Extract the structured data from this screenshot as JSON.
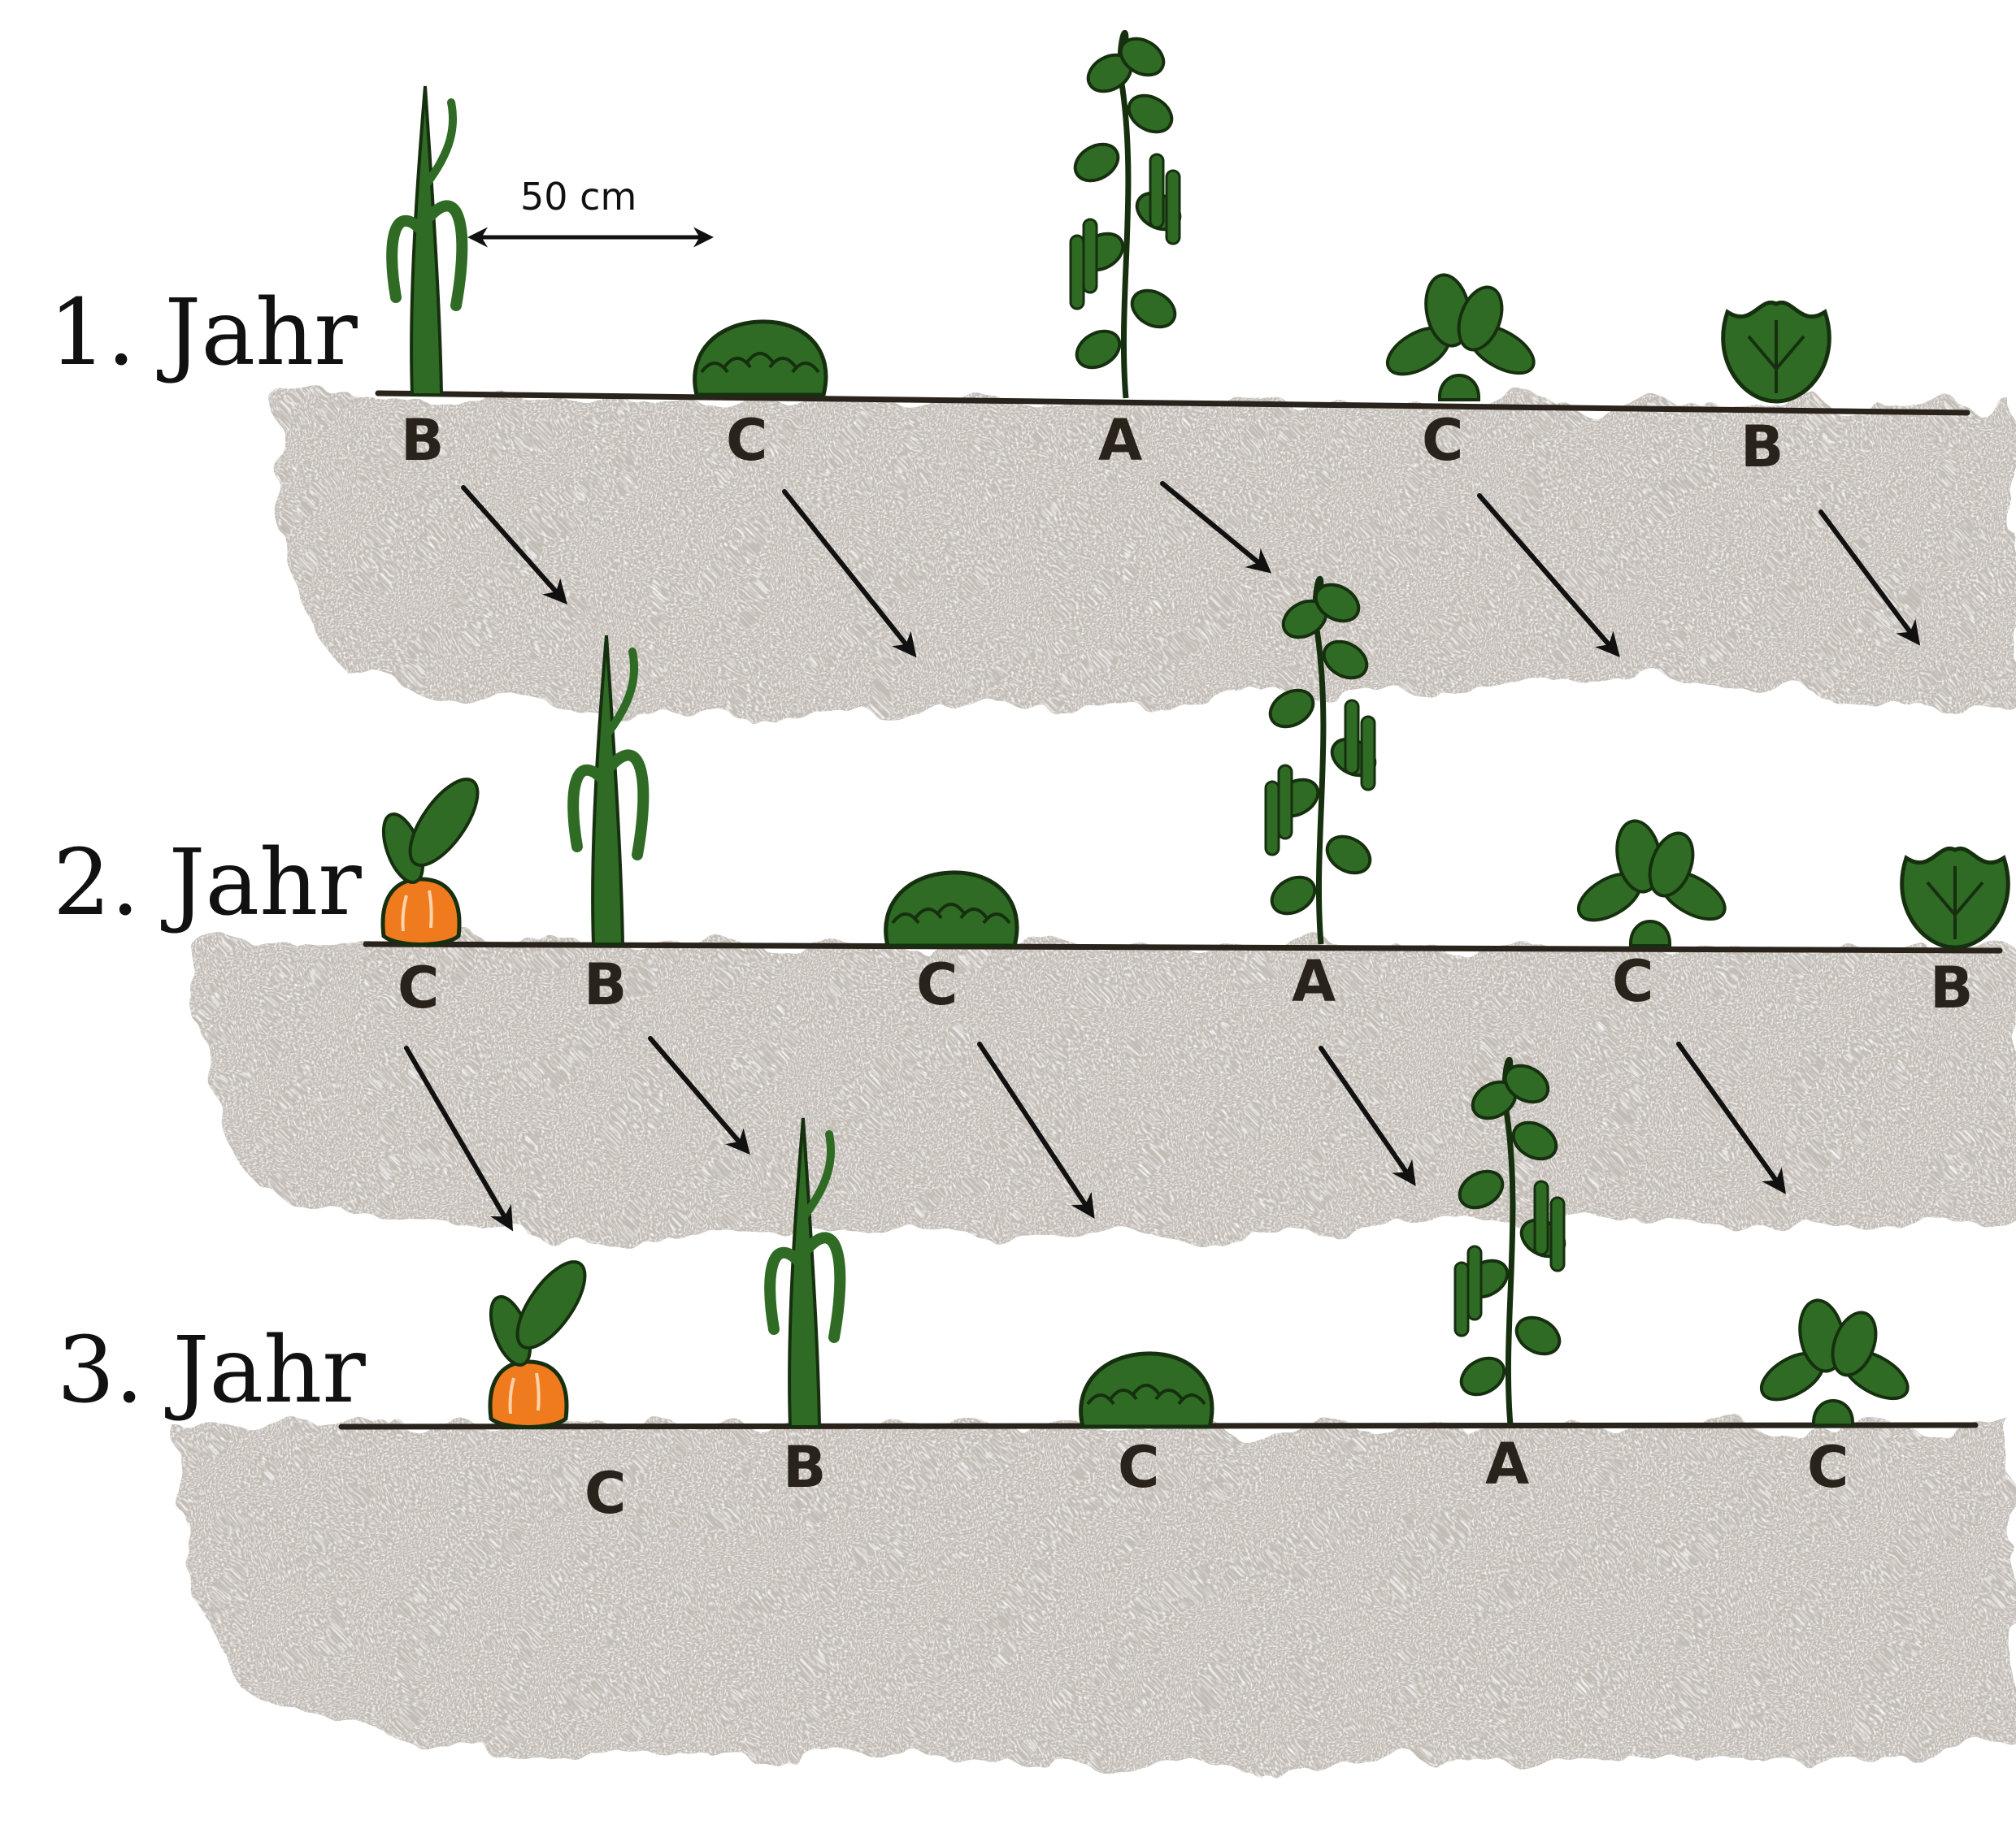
{
  "dimension": {
    "label": "50 cm",
    "value": 50,
    "unit": "cm"
  },
  "colors": {
    "soil": "#c2bcb5",
    "soil_line": "#2a231c",
    "leaf": "#2f6b25",
    "leaf_dark": "#16300f",
    "carrot": "#f07a1e",
    "arrow": "#111111"
  },
  "legend_note": "",
  "rows": [
    {
      "label": "1. Jahr",
      "plants": [
        {
          "crop": "leek-icon",
          "letter": "B"
        },
        {
          "crop": "cabbage-icon",
          "letter": "C"
        },
        {
          "crop": "bean-icon",
          "letter": "A"
        },
        {
          "crop": "chard-icon",
          "letter": "C"
        },
        {
          "crop": "lettuce-icon",
          "letter": "B"
        }
      ]
    },
    {
      "label": "2. Jahr",
      "plants": [
        {
          "crop": "carrot-icon",
          "letter": "C"
        },
        {
          "crop": "leek-icon",
          "letter": "B"
        },
        {
          "crop": "cabbage-icon",
          "letter": "C"
        },
        {
          "crop": "bean-icon",
          "letter": "A"
        },
        {
          "crop": "chard-icon",
          "letter": "C"
        },
        {
          "crop": "lettuce-icon",
          "letter": "B"
        }
      ]
    },
    {
      "label": "3. Jahr",
      "plants": [
        {
          "crop": "carrot-icon",
          "letter": "C"
        },
        {
          "crop": "leek-icon",
          "letter": "B"
        },
        {
          "crop": "cabbage-icon",
          "letter": "C"
        },
        {
          "crop": "bean-icon",
          "letter": "A"
        },
        {
          "crop": "chard-icon",
          "letter": "C"
        }
      ]
    }
  ]
}
